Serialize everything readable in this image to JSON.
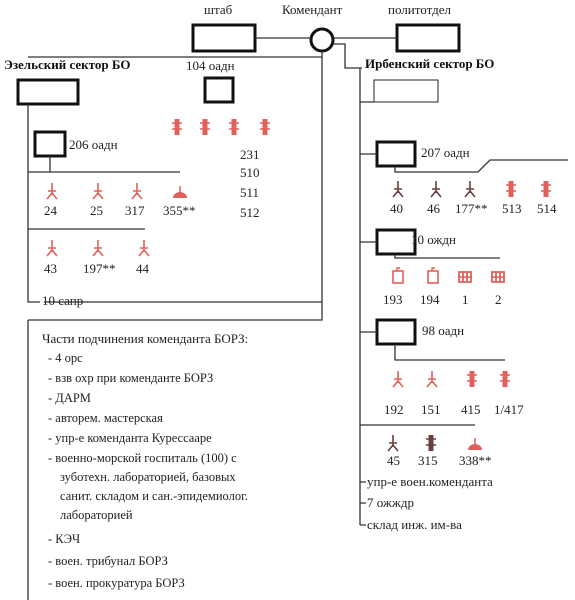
{
  "top": {
    "hq_label": "штаб",
    "commandant_label": "Комендант",
    "politotdel_label": "политотдел"
  },
  "ezel": {
    "title": "Эзельский сектор БО",
    "oadn_104": "104 оадн",
    "oadn_104_units": [
      "231",
      "510",
      "511",
      "512"
    ],
    "oadn_206": "206 оадн",
    "row1": [
      "24",
      "25",
      "317",
      "355**"
    ],
    "row2": [
      "43",
      "197**",
      "44"
    ],
    "sapr": "10 сапр"
  },
  "irben": {
    "title": "Ирбенский сектор БО",
    "oadn_207": "207 оадн",
    "row_207": [
      "40",
      "46",
      "177**",
      "513",
      "514"
    ],
    "ozhdn": "10 ождн",
    "row_ozhdn": [
      "193",
      "194",
      "1",
      "2"
    ],
    "oadn_98": "98 оадн",
    "row_98a": [
      "192",
      "151",
      "415",
      "1/417"
    ],
    "row_98b": [
      "45",
      "315",
      "338**"
    ],
    "extras": [
      "упр-е воен.коменданта",
      "7 ожждр",
      "склад инж. им-ва"
    ]
  },
  "subordinate": {
    "title": "Части подчинения коменданта БОРЗ:",
    "items": [
      "- 4 орс",
      "- взв охр при коменданте БОРЗ",
      "- ДАРМ",
      "- авторем. мастерская",
      "- упр-е коменданта Курессааре",
      "- военно-морской госпиталь (100) с",
      "зуботехн. лабораторией, базовых",
      "санит. складом и сан.-эпидемиолог.",
      "лабораторией",
      "- КЭЧ",
      "- воен. трибунал БОРЗ",
      "- воен. прокуратура БОРЗ"
    ]
  },
  "colors": {
    "accent_red": "#e0605a",
    "dark_unit": "#6a3f3f",
    "line": "#333333"
  }
}
